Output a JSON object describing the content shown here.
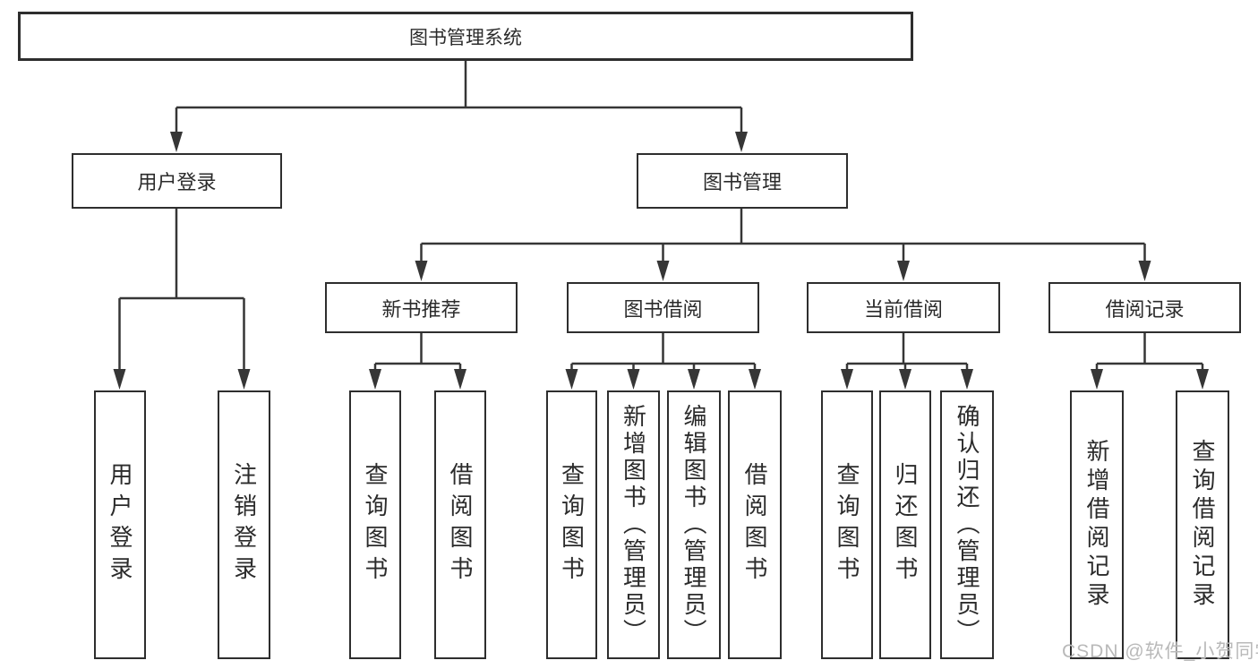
{
  "root": {
    "label": "图书管理系统"
  },
  "level2": [
    {
      "label": "用户登录"
    },
    {
      "label": "图书管理"
    }
  ],
  "level3": [
    {
      "label": "新书推荐"
    },
    {
      "label": "图书借阅"
    },
    {
      "label": "当前借阅"
    },
    {
      "label": "借阅记录"
    }
  ],
  "leaves": {
    "user_login": [
      "用户登录",
      "注销登录"
    ],
    "new_book": [
      "查询图书",
      "借阅图书"
    ],
    "borrow": [
      "查询图书",
      "新增图书（管理员）",
      "编辑图书（管理员）",
      "借阅图书"
    ],
    "current": [
      "查询图书",
      "归还图书",
      "确认归还（管理员）"
    ],
    "records": [
      "新增借阅记录",
      "查询借阅记录"
    ]
  },
  "watermark": {
    "text": "CSDN @软件_小贺同学"
  },
  "colors": {
    "line": "#363636",
    "box_border": "#2e2e2e",
    "text": "#2b2b2b",
    "watermark_text": "#b9b9b9",
    "background": "#ffffff"
  }
}
